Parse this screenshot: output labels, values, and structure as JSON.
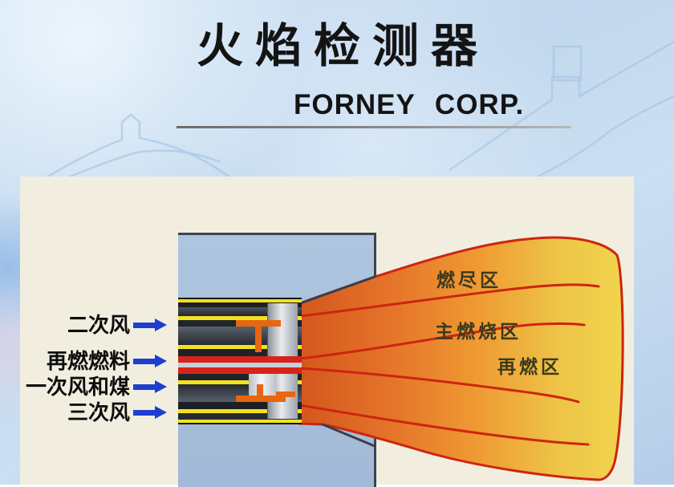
{
  "slide": {
    "title": "火焰检测器",
    "subtitle": "FORNEY CORP."
  },
  "diagram": {
    "inlet_labels": [
      {
        "text": "二次风"
      },
      {
        "text": "再燃燃料"
      },
      {
        "text": "一次风和煤"
      },
      {
        "text": "三次风"
      }
    ],
    "zone_labels": [
      {
        "text": "燃尽区"
      },
      {
        "text": "主燃烧区"
      },
      {
        "text": "再燃区"
      }
    ]
  },
  "colors": {
    "slide_bg": "#c6daee",
    "panel_bg": "#f1eee0",
    "wall_fill": "#a9c1dc",
    "wall_edge": "#3d4350",
    "flame_left": "#d4571d",
    "flame_mid": "#ef9a33",
    "flame_right": "#f0d44e",
    "flame_outline": "#cd2510",
    "stripe_yellow": "#f2e31e",
    "fuel_red": "#d62418",
    "ignitor_orange": "#e8660f",
    "metal_light": "#e9ebee",
    "metal_dark": "#8b929b",
    "arrow_blue": "#1d3ed0",
    "title_color": "#141414",
    "zone_label_color": "#3c3a1d",
    "inlet_label_color": "#0d0d0d",
    "underline_gray": "#8a8a8a",
    "watermark_blue": "#8fb6de"
  }
}
